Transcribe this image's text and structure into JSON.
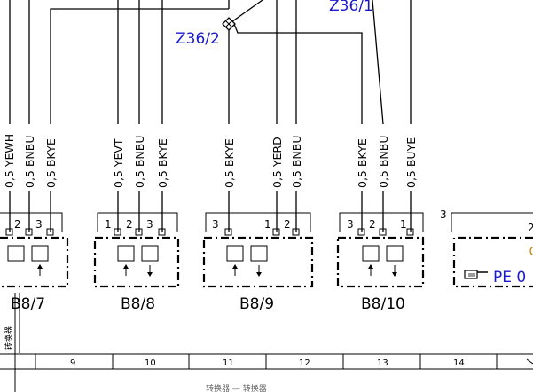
{
  "references": {
    "z36_1": "Z36/1",
    "z36_2": "Z36/2",
    "pe": "PE 0"
  },
  "wires": [
    {
      "label": "0,5 YEWH"
    },
    {
      "label": "0,5 BNBU"
    },
    {
      "label": "0,5 BKYE"
    },
    {
      "label": "0,5 YEVT"
    },
    {
      "label": "0,5 BNBU"
    },
    {
      "label": "0,5 BKYE"
    },
    {
      "label": "0,5 BKYE"
    },
    {
      "label": "0,5 YERD"
    },
    {
      "label": "0,5 BNBU"
    },
    {
      "label": "0,5 BKYE"
    },
    {
      "label": "0,5 BNBU"
    },
    {
      "label": "0,5 BUYE"
    }
  ],
  "pins": [
    {
      "num": "2"
    },
    {
      "num": "3"
    },
    {
      "num": "1"
    },
    {
      "num": "2"
    },
    {
      "num": "3"
    },
    {
      "num": "3"
    },
    {
      "num": "1"
    },
    {
      "num": "2"
    },
    {
      "num": "3"
    },
    {
      "num": "2"
    },
    {
      "num": "1"
    },
    {
      "num": "3"
    },
    {
      "num": "2"
    }
  ],
  "components": [
    {
      "label": "B8/7"
    },
    {
      "label": "B8/8"
    },
    {
      "label": "B8/9"
    },
    {
      "label": "B8/10"
    }
  ],
  "grid": [
    "9",
    "10",
    "11",
    "12",
    "13",
    "14"
  ],
  "side_text": "转换器",
  "footer_text": "转换器 — 转换器",
  "colors": {
    "reference": "#1a1acc",
    "line": "#000000"
  },
  "icons": {
    "pe_pointer": "pointing-hand-icon"
  }
}
